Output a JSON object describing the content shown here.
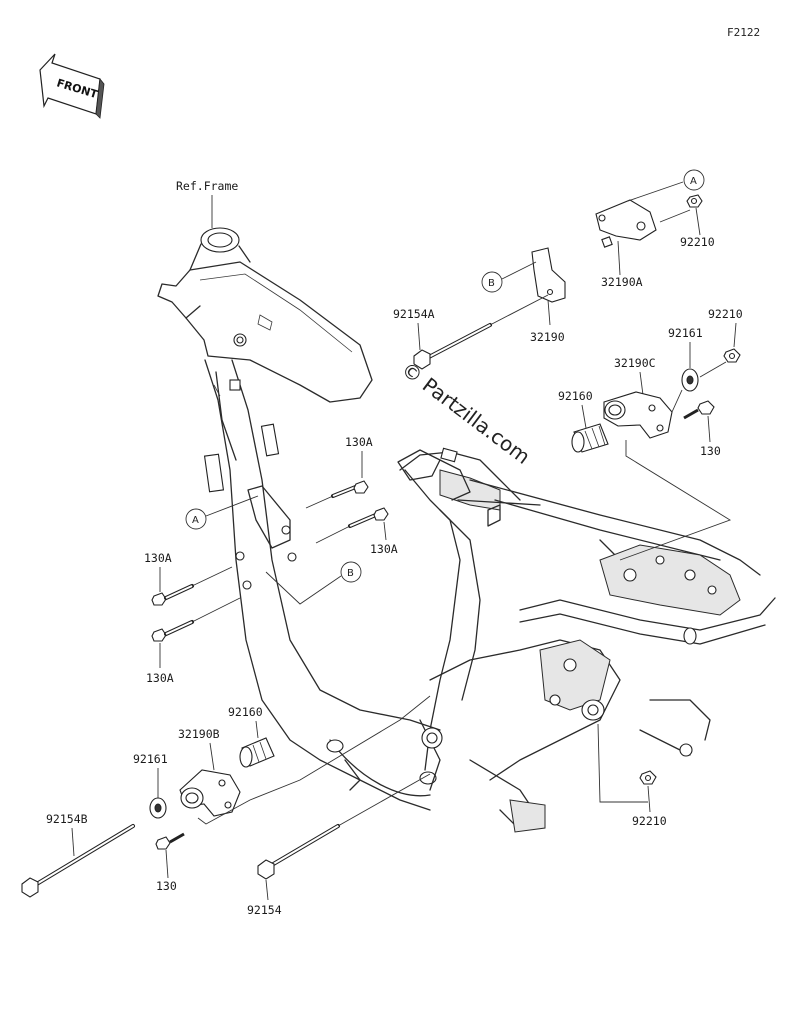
{
  "figure_id": "F2122",
  "front_label": "FRONT",
  "ref_label": "Ref.Frame",
  "watermark": "© Partzilla.com",
  "callouts": {
    "A_top": "A",
    "B_top": "B",
    "A_left": "A",
    "B_left": "B"
  },
  "parts": {
    "p92210_top": "92210",
    "p32190A": "32190A",
    "p32190": "32190",
    "p92154A": "92154A",
    "p92210_mid": "92210",
    "p92161_mid": "92161",
    "p32190C": "32190C",
    "p92160_mid": "92160",
    "p130_mid": "130",
    "p130A_1": "130A",
    "p130A_2": "130A",
    "p130A_3": "130A",
    "p130A_4": "130A",
    "p92160_low": "92160",
    "p32190B": "32190B",
    "p92161_low": "92161",
    "p92154B": "92154B",
    "p130_low": "130",
    "p92154": "92154",
    "p92210_low": "92210"
  }
}
